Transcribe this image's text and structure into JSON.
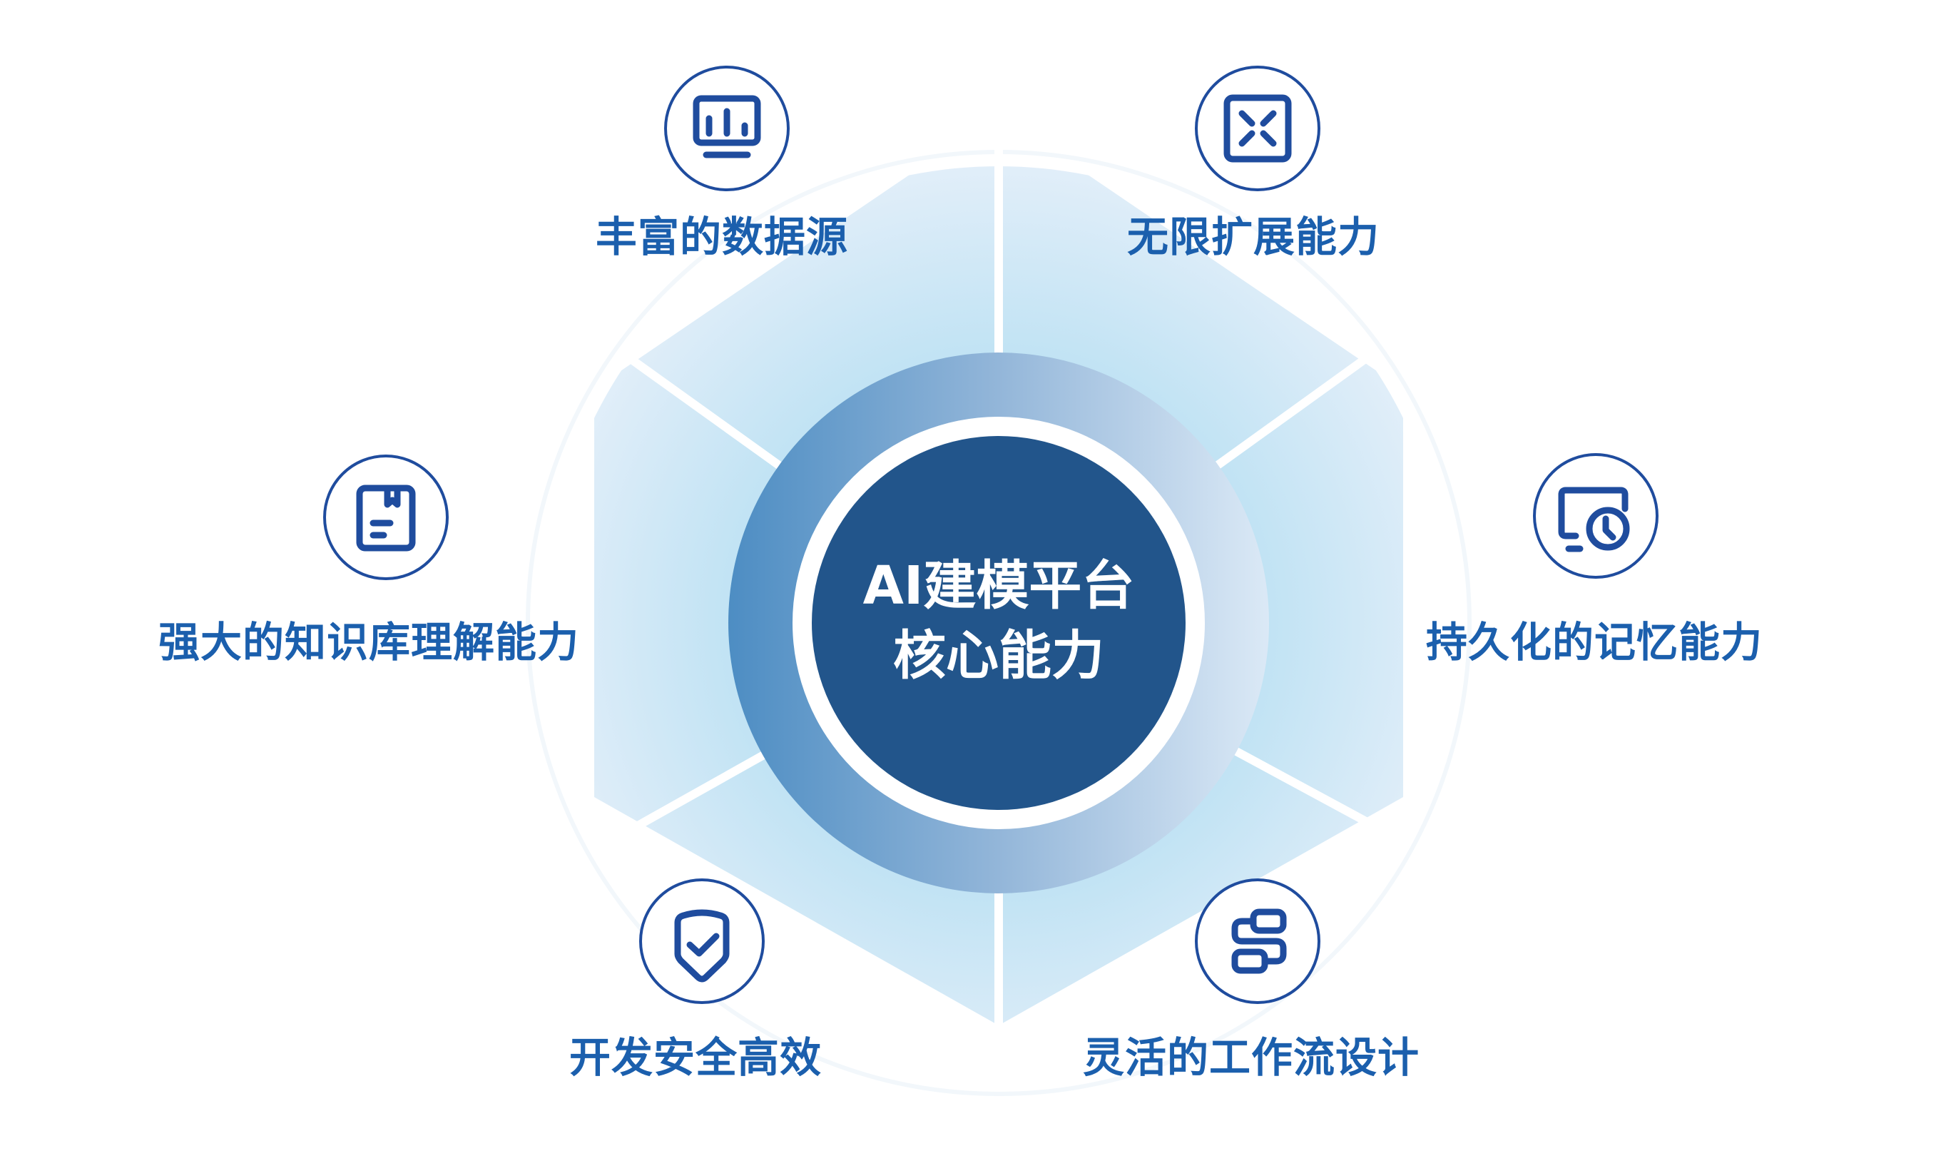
{
  "diagram": {
    "center": {
      "title_line1": "AI建模平台",
      "title_line2": "核心能力"
    },
    "capabilities": [
      {
        "label": "丰富的数据源",
        "icon": "monitor-bar-chart-icon",
        "position": "top-left"
      },
      {
        "label": "无限扩展能力",
        "icon": "expand-arrows-icon",
        "position": "top-right"
      },
      {
        "label": "强大的知识库理解能力",
        "icon": "bookmark-document-icon",
        "position": "left"
      },
      {
        "label": "持久化的记忆能力",
        "icon": "monitor-clock-icon",
        "position": "right"
      },
      {
        "label": "开发安全高效",
        "icon": "shield-check-icon",
        "position": "bottom-left"
      },
      {
        "label": "灵活的工作流设计",
        "icon": "workflow-icon",
        "position": "bottom-right"
      }
    ]
  },
  "colors": {
    "label_text": "#1b5fad",
    "icon_stroke": "#1f4c9e",
    "center_fill": "#22558b",
    "ring_left": "#4f8fc4",
    "ring_right": "#d8e7f5",
    "segment_inner": "#b8e0f2",
    "segment_outer": "#e1eef9"
  }
}
